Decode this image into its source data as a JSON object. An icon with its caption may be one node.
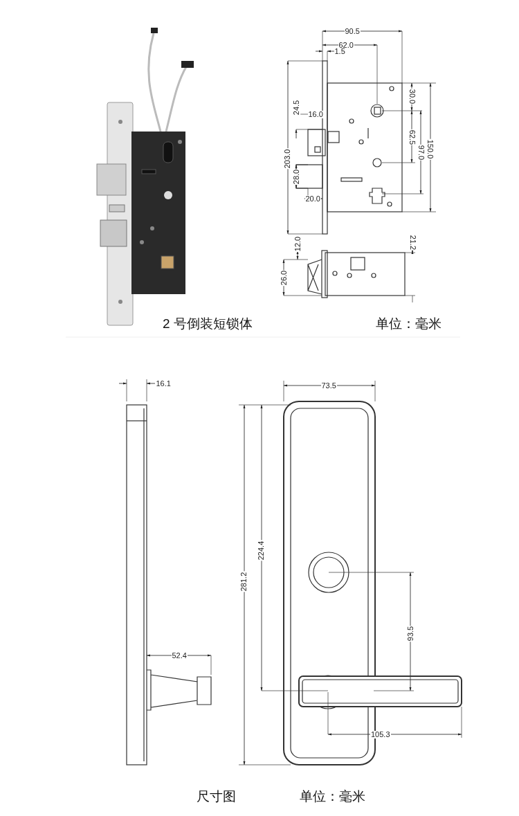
{
  "diagram": {
    "labels": [
      "90.5",
      "62.0",
      "1.5",
      "24.5",
      "16.0",
      "203.0",
      "30.0",
      "62.5",
      "97.0",
      "150.0",
      "28.0",
      "20.0",
      "12.0",
      "21.2",
      "26.0",
      "2 号倒装短锁体",
      "单位：毫米",
      "16.1",
      "73.5",
      "281.2",
      "224.4",
      "93.5",
      "52.4",
      "105.3",
      "尺寸图",
      "单位：毫米"
    ]
  }
}
